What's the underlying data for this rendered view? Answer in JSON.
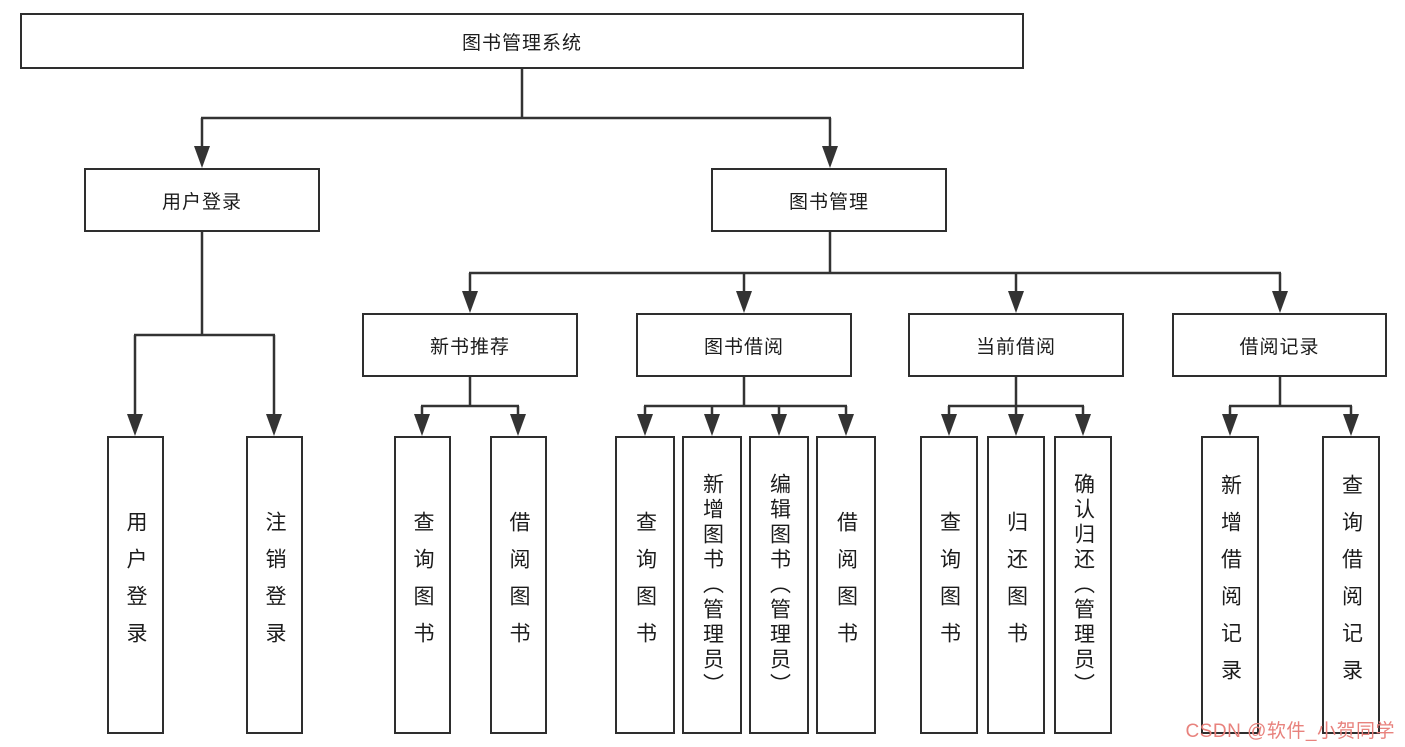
{
  "tree": {
    "root": "图书管理系统",
    "level2": [
      "用户登录",
      "图书管理"
    ],
    "level3": [
      "新书推荐",
      "图书借阅",
      "当前借阅",
      "借阅记录"
    ],
    "leaves": {
      "login": [
        "用户登录",
        "注销登录"
      ],
      "recommend": [
        "查询图书",
        "借阅图书"
      ],
      "borrow": [
        "查询图书",
        "新增图书（管理员）",
        "编辑图书（管理员）",
        "借阅图书"
      ],
      "current": [
        "查询图书",
        "归还图书",
        "确认归还（管理员）"
      ],
      "records": [
        "新增借阅记录",
        "查询借阅记录"
      ]
    }
  },
  "colors": {
    "line": "#333333",
    "watermark": "#e8827d"
  },
  "watermark": {
    "text": "CSDN @软件_小贺同学"
  }
}
